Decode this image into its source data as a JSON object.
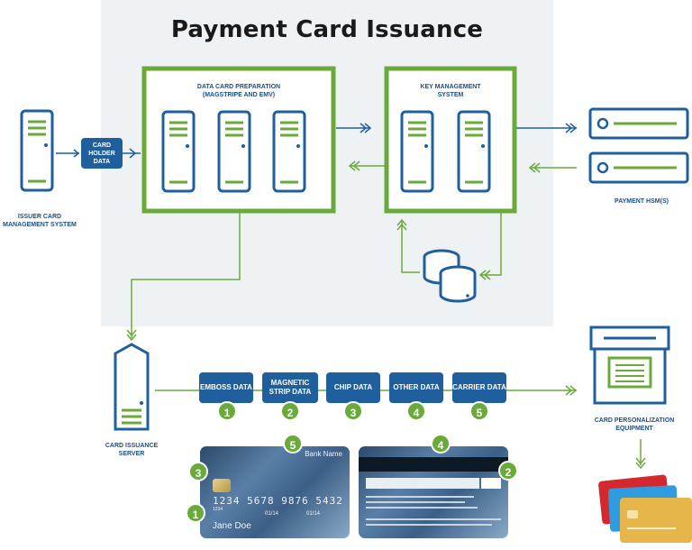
{
  "title": "Payment Card Issuance",
  "issuer": {
    "label": "ISSUER CARD MANAGEMENT SYSTEM"
  },
  "cardholder_data": {
    "label": "CARD HOLDER DATA"
  },
  "data_prep": {
    "label": "DATA CARD PREPARATION (MAGSTRIPE AND EMV)"
  },
  "key_mgmt": {
    "label": "KEY MANAGEMENT SYSTEM"
  },
  "hsm": {
    "label": "PAYMENT HSM(S)"
  },
  "issuance_server": {
    "label": "CARD ISSUANCE SERVER"
  },
  "personalization": {
    "label": "CARD PERSONALIZATION EQUIPMENT"
  },
  "data_items": [
    {
      "label": "EMBOSS DATA",
      "num": "1"
    },
    {
      "label": "MAGNETIC STRIP DATA",
      "num": "2"
    },
    {
      "label": "CHIP DATA",
      "num": "3"
    },
    {
      "label": "OTHER DATA",
      "num": "4"
    },
    {
      "label": "CARRIER DATA",
      "num": "5"
    }
  ],
  "card_front": {
    "bank_name": "Bank Name",
    "card_number": "1234 5678 9876 5432",
    "small_number": "1234",
    "valid_from": "01/14",
    "valid_to": "01/14",
    "holder": "Jane Doe",
    "markers": [
      "5",
      "3",
      "1"
    ]
  },
  "card_back": {
    "markers": [
      "4",
      "2"
    ]
  },
  "colors": {
    "green": "#6aaa3a",
    "blue": "#1f5f9e",
    "panel": "#eff2f5"
  }
}
